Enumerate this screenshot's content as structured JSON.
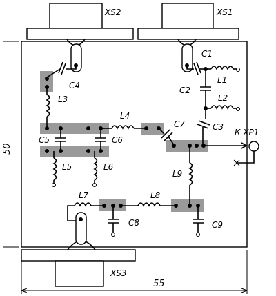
{
  "labels": {
    "xs1": "XS1",
    "xs2": "XS2",
    "xs3": "XS3",
    "c1": "C1",
    "c2": "C2",
    "c3": "C3",
    "c4": "C4",
    "c5": "C5",
    "c6": "C6",
    "c7": "C7",
    "c8": "C8",
    "c9": "C9",
    "l1": "L1",
    "l2": "L2",
    "l3": "L3",
    "l4": "L4",
    "l5": "L5",
    "l6": "L6",
    "l7": "L7",
    "l8": "L8",
    "l9": "L9",
    "to_xp1": "К XP1"
  },
  "dimensions": {
    "width": "55",
    "height": "50"
  }
}
